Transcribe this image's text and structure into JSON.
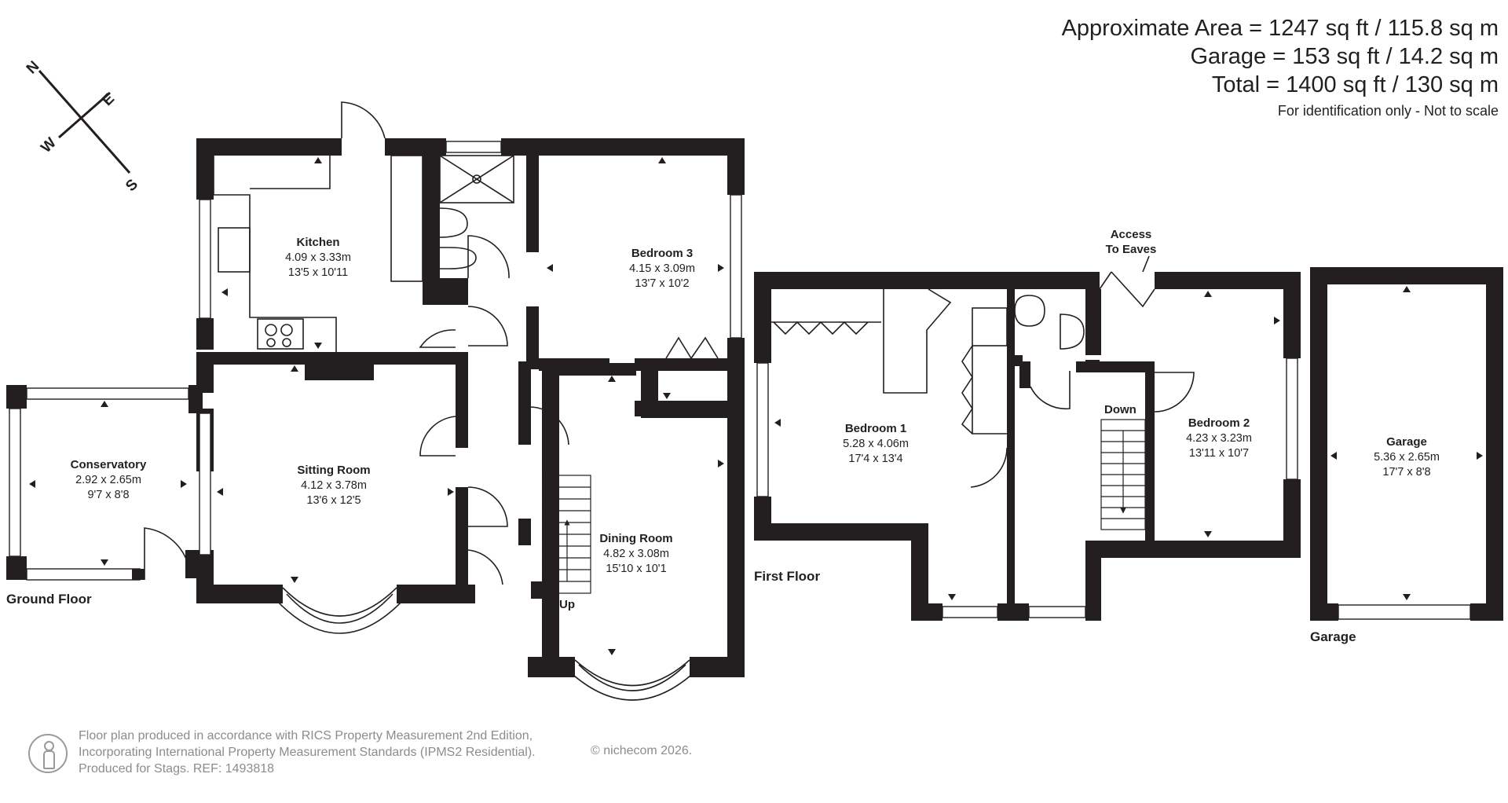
{
  "area": {
    "approximate": "Approximate Area = 1247 sq ft / 115.8 sq m",
    "garage": "Garage = 153 sq ft / 14.2 sq m",
    "total": "Total = 1400 sq ft / 130 sq m",
    "note": "For identification only - Not to scale"
  },
  "compass": {
    "n": "N",
    "e": "E",
    "s": "S",
    "w": "W"
  },
  "floors": {
    "ground": "Ground Floor",
    "first": "First Floor",
    "garage": "Garage"
  },
  "rooms": {
    "kitchen": {
      "name": "Kitchen",
      "metric": "4.09 x 3.33m",
      "imperial": "13'5 x 10'11"
    },
    "bedroom3": {
      "name": "Bedroom 3",
      "metric": "4.15 x 3.09m",
      "imperial": "13'7 x 10'2"
    },
    "conservatory": {
      "name": "Conservatory",
      "metric": "2.92 x 2.65m",
      "imperial": "9'7 x 8'8"
    },
    "sitting": {
      "name": "Sitting Room",
      "metric": "4.12 x 3.78m",
      "imperial": "13'6 x 12'5"
    },
    "dining": {
      "name": "Dining Room",
      "metric": "4.82 x 3.08m",
      "imperial": "15'10 x 10'1"
    },
    "bedroom1": {
      "name": "Bedroom 1",
      "metric": "5.28 x 4.06m",
      "imperial": "17'4 x 13'4"
    },
    "bedroom2": {
      "name": "Bedroom 2",
      "metric": "4.23 x 3.23m",
      "imperial": "13'11 x 10'7"
    },
    "garage": {
      "name": "Garage",
      "metric": "5.36 x 2.65m",
      "imperial": "17'7 x 8'8"
    }
  },
  "labels": {
    "up": "Up",
    "down": "Down",
    "access_line1": "Access",
    "access_line2": "To Eaves"
  },
  "footer": {
    "line1": "Floor plan produced in accordance with RICS Property Measurement 2nd Edition,",
    "line2": "Incorporating International Property Measurement Standards (IPMS2 Residential).",
    "line3": "Produced for Stags.   REF: 1493818",
    "copyright": "© nichecom 2026."
  }
}
